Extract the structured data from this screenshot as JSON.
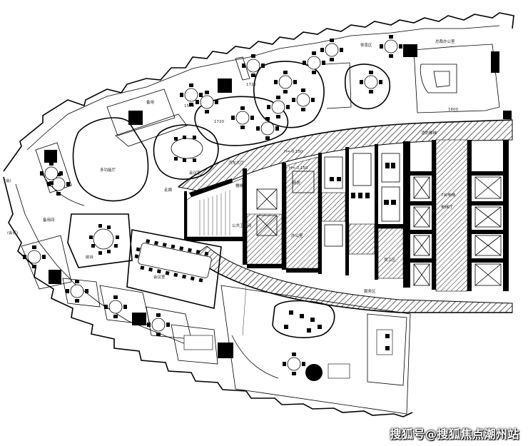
{
  "labels": {
    "car_hall": "汽车大厅",
    "lift_hall": "电梯厅",
    "stair": "楼梯",
    "corridor": "走廊",
    "office": "办公室",
    "meeting": "会议室",
    "public_wc": "公共卫生间",
    "corridor_2": "过道",
    "kitchen": "厨房",
    "staff": "员工区",
    "lounge": "休息区",
    "big_hall": "多功能厅",
    "reception": "前台",
    "ceo": "总裁办公室",
    "elev_lobby": "7台电梯",
    "fire_stair": "消防楼梯",
    "service": "服务区",
    "area1": "备用",
    "area2": "备用间",
    "room_side": "(会客)",
    "wall_note": "(会)",
    "dim_1600": "1600",
    "dim_1725": "1725",
    "dim_1500": "1500",
    "dim_1720": "1720",
    "lv_1": "H=-0.150",
    "lv_2": "H=-0.150"
  },
  "watermark": "搜狐号@搜狐焦点潮州站"
}
